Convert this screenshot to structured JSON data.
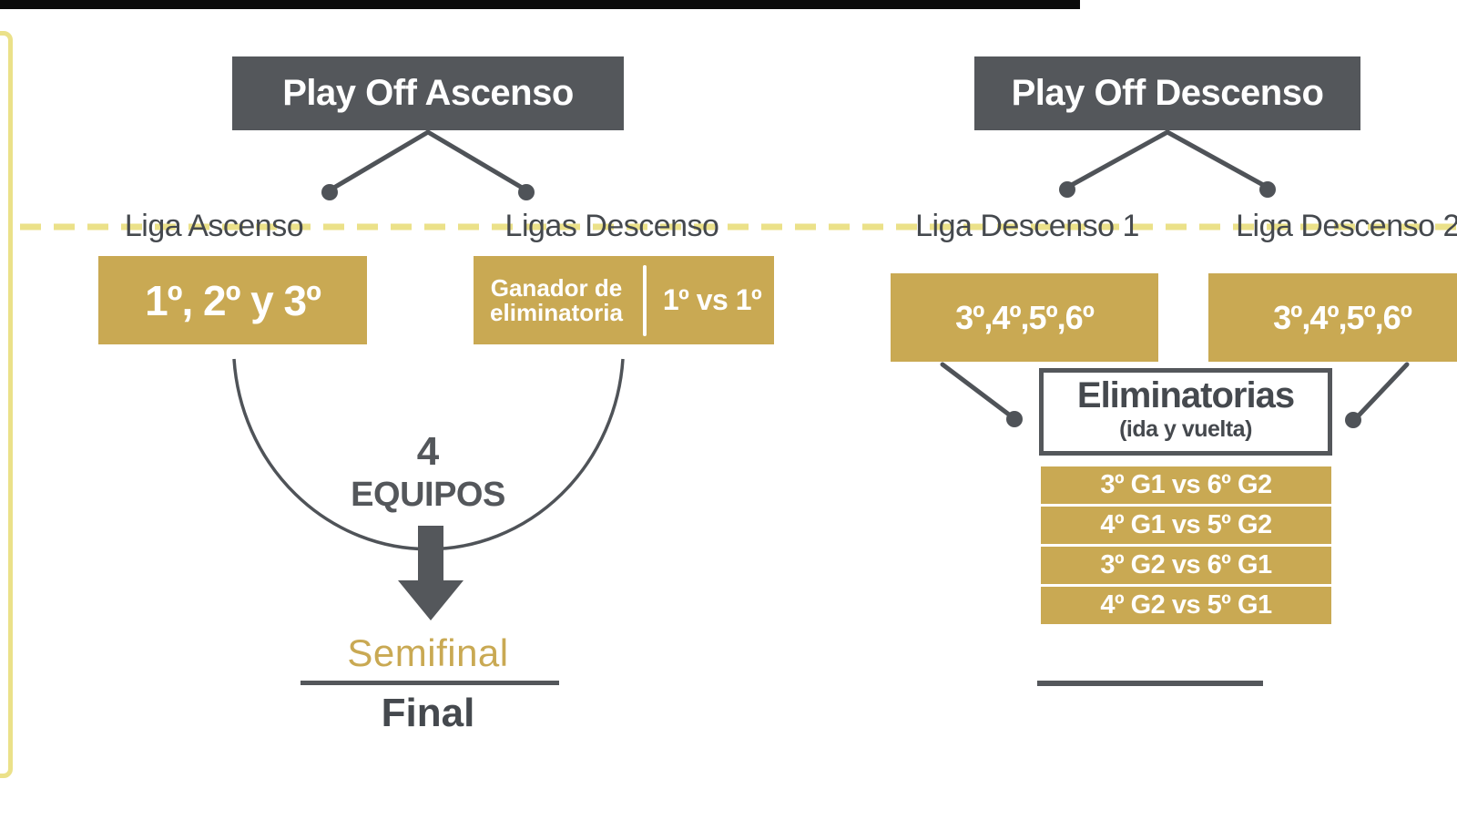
{
  "colors": {
    "gold": "#c9a953",
    "dark": "#54575b",
    "line": "#4f5358",
    "pale": "#ebe189",
    "text": "#45494e",
    "topbar": "#0b0b0b"
  },
  "ascenso": {
    "title": "Play Off Ascenso",
    "liga_ascenso": {
      "label": "Liga Ascenso",
      "teams": "1º, 2º y 3º"
    },
    "ligas_descenso": {
      "label": "Ligas Descenso",
      "winner": "Ganador de eliminatoria",
      "versus": "1º vs 1º"
    },
    "teams_count": "4",
    "teams_word": "EQUIPOS",
    "semifinal_label": "Semifinal",
    "final_label": "Final"
  },
  "descenso": {
    "title": "Play Off Descenso",
    "group1": {
      "label": "Liga Descenso 1",
      "teams": "3º,4º,5º,6º"
    },
    "group2": {
      "label": "Liga Descenso 2",
      "teams": "3º,4º,5º,6º"
    },
    "eliminatorias": {
      "title": "Eliminatorias",
      "subtitle": "(ida y vuelta)",
      "matches": [
        "3º G1 vs 6º G2",
        "4º G1 vs 5º G2",
        "3º G2 vs 6º G1",
        "4º G2 vs 5º G1"
      ]
    }
  }
}
